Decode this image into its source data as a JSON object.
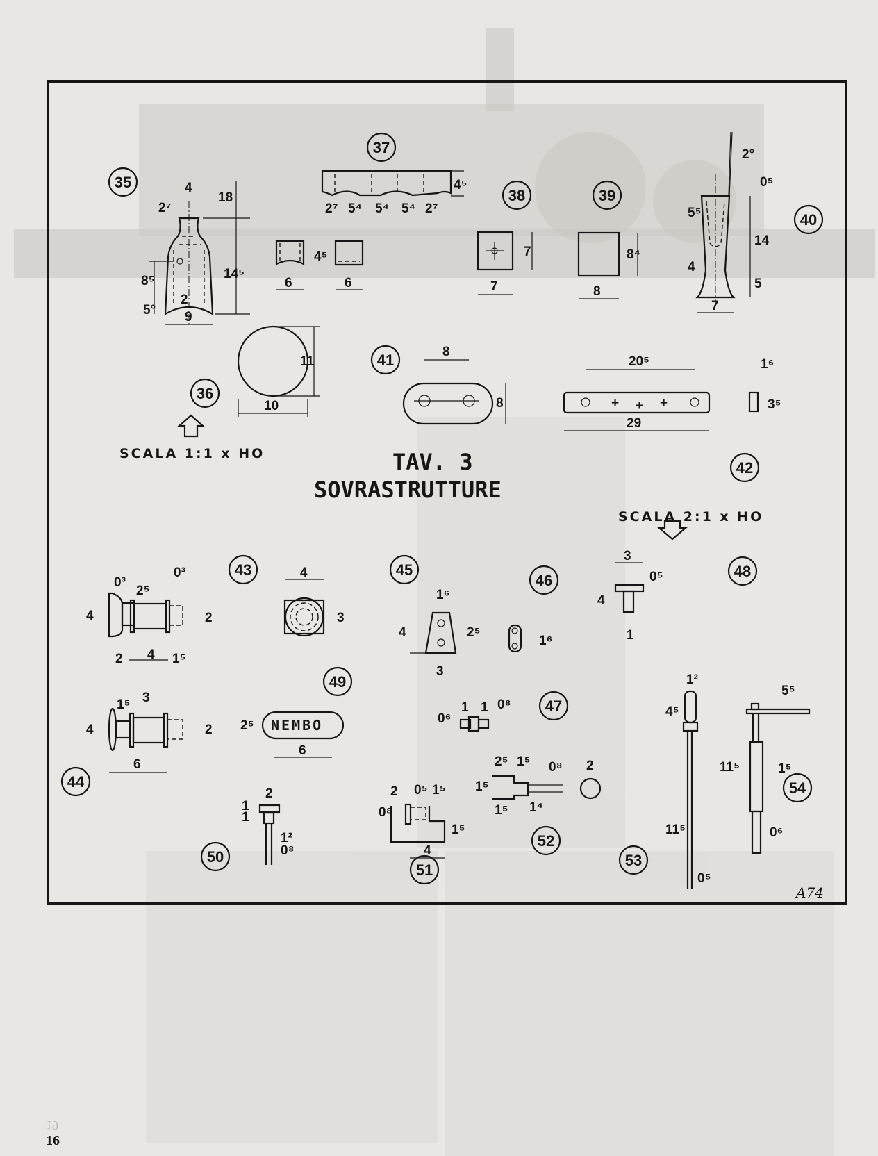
{
  "page": {
    "number": "16",
    "mirrored_number": "19"
  },
  "plate": {
    "title": "TAV. 3",
    "subtitle": "SOVRASTRUTTURE",
    "scale_1": "SCALA 1:1 x HO",
    "scale_2": "SCALA 2:1 x HO",
    "signature": "A74"
  },
  "parts": {
    "p35": {
      "id": "35",
      "dims": [
        "4",
        "18",
        "2⁷",
        "14⁵",
        "8⁵",
        "2",
        "9",
        "5°"
      ]
    },
    "p36": {
      "id": "36",
      "dims": [
        "11",
        "10"
      ]
    },
    "p37": {
      "id": "37",
      "dims": [
        "4⁵",
        "2⁷",
        "5⁴",
        "5⁴",
        "5⁴",
        "2⁷",
        "4⁵",
        "6",
        "6"
      ]
    },
    "p38": {
      "id": "38",
      "dims": [
        "7",
        "7"
      ]
    },
    "p39": {
      "id": "39",
      "dims": [
        "8⁴",
        "8"
      ]
    },
    "p40": {
      "id": "40",
      "dims": [
        "2°",
        "0⁵",
        "5⁵",
        "14",
        "4",
        "5",
        "7"
      ]
    },
    "p41": {
      "id": "41",
      "dims": [
        "8",
        "8"
      ]
    },
    "p42": {
      "id": "42",
      "dims": [
        "20⁵",
        "29",
        "1⁶",
        "3⁵"
      ]
    },
    "p43": {
      "id": "43",
      "dims": [
        "0³",
        "0³",
        "2⁵",
        "4",
        "2",
        "2",
        "4",
        "1⁵",
        "4",
        "3"
      ]
    },
    "p44": {
      "id": "44",
      "dims": [
        "1⁵",
        "3",
        "4",
        "2",
        "6"
      ]
    },
    "p45": {
      "id": "45",
      "dims": [
        "1⁶",
        "4",
        "2⁵",
        "3"
      ]
    },
    "p46": {
      "id": "46",
      "dims": [
        "1⁶"
      ]
    },
    "p47": {
      "id": "47",
      "dims": [
        "0⁶",
        "1",
        "1",
        "0⁸",
        "2⁵",
        "1⁵",
        "0⁸",
        "1⁵",
        "1⁵",
        "1⁴",
        "2"
      ]
    },
    "p48": {
      "id": "48",
      "dims": [
        "3",
        "0⁵",
        "4",
        "1"
      ]
    },
    "p49": {
      "id": "49",
      "dims": [
        "2⁵",
        "6"
      ],
      "plate_text": "NEMBO"
    },
    "p50": {
      "id": "50",
      "dims": [
        "2",
        "1",
        "1",
        "1²",
        "0⁸"
      ]
    },
    "p51": {
      "id": "51",
      "dims": [
        "0⁸",
        "2",
        "0⁵",
        "1⁵",
        "1⁵",
        "4"
      ]
    },
    "p52": {
      "id": "52"
    },
    "p53": {
      "id": "53",
      "dims": [
        "1²",
        "4⁵",
        "11⁵",
        "0⁵"
      ]
    },
    "p54": {
      "id": "54",
      "dims": [
        "5⁵",
        "11⁵",
        "1⁵",
        "0⁶"
      ]
    }
  },
  "colors": {
    "paper": "#e8e7e3",
    "ink": "#161616"
  }
}
